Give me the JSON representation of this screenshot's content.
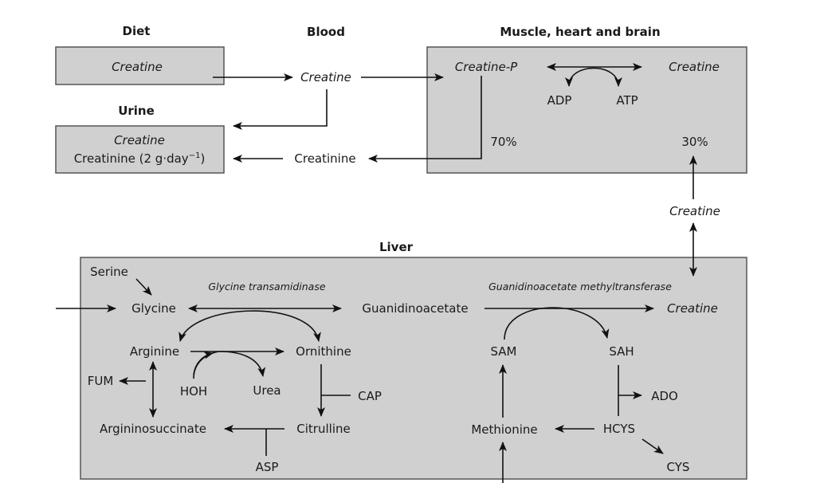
{
  "diagram": {
    "colors": {
      "box_fill": "#d0d0d0",
      "box_stroke": "#555555",
      "line": "#111111"
    },
    "headings": {
      "diet": "Diet",
      "blood": "Blood",
      "muscle": "Muscle, heart and brain",
      "urine": "Urine",
      "liver": "Liver"
    },
    "diet_box": {
      "creatine": "Creatine"
    },
    "blood": {
      "creatine": "Creatine",
      "creatinine": "Creatinine"
    },
    "urine_box": {
      "creatine": "Creatine",
      "creatinine_prefix": "Creatinine (2 g·day",
      "creatinine_sup": "−1",
      "creatinine_suffix": ")"
    },
    "muscle_box": {
      "creatine_p": "Creatine-P",
      "creatine": "Creatine",
      "adp": "ADP",
      "atp": "ATP",
      "pct_70": "70%",
      "pct_30": "30%"
    },
    "transport_creatine": "Creatine",
    "liver": {
      "serine": "Serine",
      "glycine": "Glycine",
      "enzyme_1": "Glycine transamidinase",
      "guanidinoacetate": "Guanidinoacetate",
      "enzyme_2": "Guanidinoacetate methyltransferase",
      "creatine": "Creatine",
      "arginine": "Arginine",
      "ornithine": "Ornithine",
      "fum": "FUM",
      "hoh": "HOH",
      "urea": "Urea",
      "cap": "CAP",
      "argininosuccinate": "Argininosuccinate",
      "citrulline": "Citrulline",
      "asp": "ASP",
      "sam": "SAM",
      "sah": "SAH",
      "ado": "ADO",
      "methionine": "Methionine",
      "hcys": "HCYS",
      "cys": "CYS"
    }
  }
}
